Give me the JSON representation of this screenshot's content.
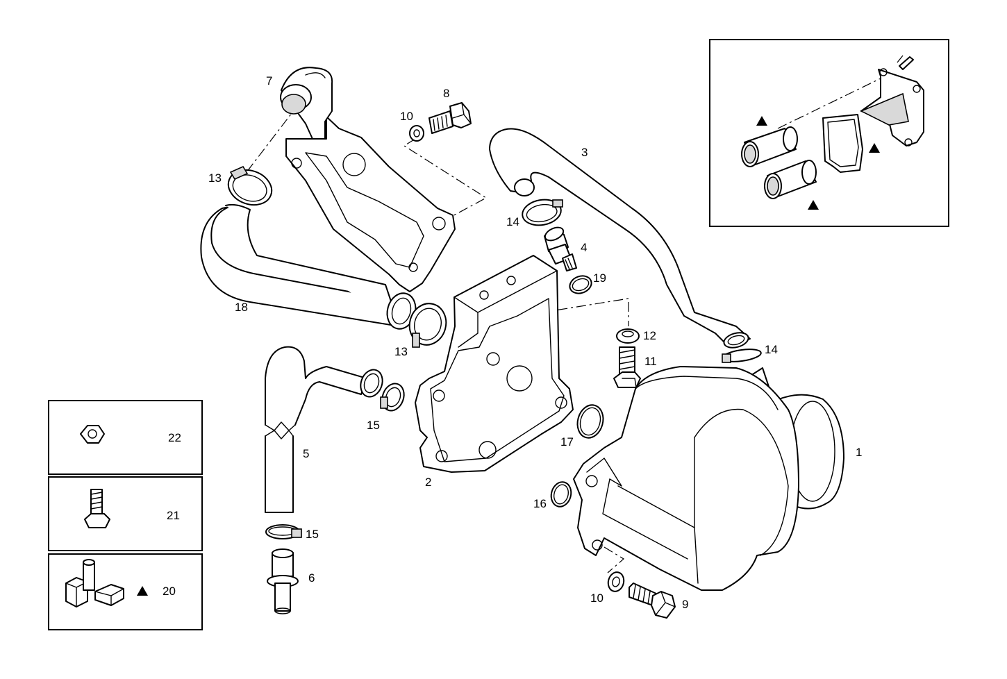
{
  "callouts": {
    "c1": "1",
    "c2": "2",
    "c3": "3",
    "c4": "4",
    "c5": "5",
    "c6": "6",
    "c7": "7",
    "c8": "8",
    "c9": "9",
    "c10a": "10",
    "c10b": "10",
    "c11": "11",
    "c12": "12",
    "c13a": "13",
    "c13b": "13",
    "c14a": "14",
    "c14b": "14",
    "c15a": "15",
    "c15b": "15",
    "c16": "16",
    "c17": "17",
    "c18": "18",
    "c19": "19"
  },
  "legend": {
    "nut_label": "22",
    "bolt_label": "21",
    "kit_label": "20",
    "kit_marker": "triangle"
  },
  "inset": {
    "marker": "triangle"
  }
}
